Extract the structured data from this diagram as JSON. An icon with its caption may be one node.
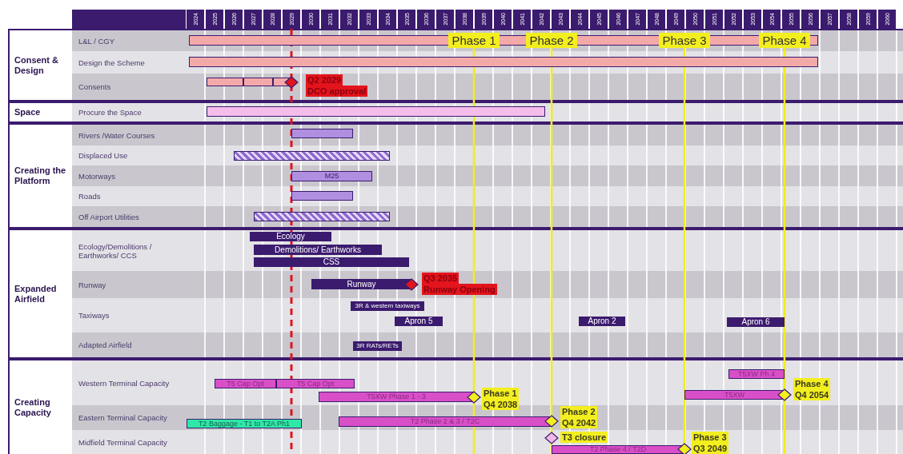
{
  "diagram": {
    "nodes": [
      {
        "text": [
          "Consent & Design"
        ]
      },
      {
        "text": [
          "L&L / CGY"
        ],
        "in": 0
      },
      {
        "text": [],
        "shape": "bar",
        "in": 1
      },
      {
        "text": [
          "Design the Scheme"
        ],
        "in": 0
      },
      {
        "text": [],
        "shape": "bar",
        "in": 3
      },
      {
        "text": [
          "Consents"
        ],
        "in": 0
      },
      {
        "text": [],
        "shape": "bar",
        "in": 5
      },
      {
        "text": [],
        "shape": "bar",
        "in": 5
      },
      {
        "text": [],
        "shape": "bar",
        "in": 5
      },
      {
        "text": [],
        "shape": "diamond",
        "in": 5,
        "beside": [
          "Q2 2029",
          "DCO approval"
        ]
      },
      {
        "text": [
          "Space"
        ]
      },
      {
        "text": [
          "Procure the Space"
        ],
        "in": 10
      },
      {
        "text": [],
        "shape": "bar",
        "in": 11
      },
      {
        "text": [
          "Creating the Platform"
        ]
      },
      {
        "text": [
          "Rivers /Water Courses"
        ],
        "in": 13
      },
      {
        "text": [],
        "shape": "bar",
        "in": 14
      },
      {
        "text": [
          "Displaced Use"
        ],
        "in": 13
      },
      {
        "text": [],
        "shape": "bar",
        "in": 16
      },
      {
        "text": [
          "Motorways"
        ],
        "in": 13
      },
      {
        "text": [
          "M25"
        ],
        "in": 18
      },
      {
        "text": [
          "Roads"
        ],
        "in": 13
      },
      {
        "text": [],
        "shape": "bar",
        "in": 20
      },
      {
        "text": [
          "Off Airport Utilities"
        ],
        "in": 13
      },
      {
        "text": [],
        "shape": "bar",
        "in": 22
      },
      {
        "text": [
          "Expanded Airfield"
        ]
      },
      {
        "text": [
          "Ecology/Demolitions / Earthworks/ CCS"
        ],
        "in": 24
      },
      {
        "text": [
          "Ecology"
        ],
        "in": 25
      },
      {
        "text": [
          "Demolitions/ Earthworks"
        ],
        "in": 25
      },
      {
        "text": [
          "CSS"
        ],
        "in": 25
      },
      {
        "text": [
          "Runway"
        ],
        "in": 24
      },
      {
        "text": [
          "Runway"
        ],
        "in": 29
      },
      {
        "text": [],
        "shape": "diamond",
        "in": 29,
        "beside": [
          "Q3 2035",
          "Runway Opening"
        ]
      },
      {
        "text": [
          "Taxiways"
        ],
        "in": 24
      },
      {
        "text": [
          "3R & western taxiways"
        ],
        "in": 32
      },
      {
        "text": [
          "Apron 5"
        ],
        "in": 32
      },
      {
        "text": [
          "Apron 2"
        ],
        "in": 32
      },
      {
        "text": [
          "Apron 6"
        ],
        "in": 32
      },
      {
        "text": [
          "Adapted Airfield"
        ],
        "in": 24
      },
      {
        "text": [
          "3R RATs/RETs"
        ],
        "in": 37
      },
      {
        "text": [
          "Creating Capacity"
        ]
      },
      {
        "text": [
          "Western Terminal Capacity"
        ],
        "in": 39
      },
      {
        "text": [
          "T5 Cap Opt"
        ],
        "in": 40
      },
      {
        "text": [
          "T5 Cap Opt"
        ],
        "in": 40
      },
      {
        "text": [
          "T5XW Phase 1 - 3"
        ],
        "in": 40
      },
      {
        "text": [],
        "shape": "diamond",
        "in": 40,
        "beside": [
          "Phase 1",
          "Q4 2038"
        ]
      },
      {
        "text": [
          "T5XW Ph 4"
        ],
        "in": 40
      },
      {
        "text": [
          "T5XW"
        ],
        "in": 40
      },
      {
        "text": [],
        "shape": "diamond",
        "in": 40,
        "beside": [
          "Phase 4",
          "Q4 2054"
        ]
      },
      {
        "text": [
          "Eastern Terminal Capacity"
        ],
        "in": 39
      },
      {
        "text": [
          "T2 Baggage - T1 to T2A Ph1"
        ],
        "in": 48
      },
      {
        "text": [
          "T2 Phase 2 & 3 / T2C"
        ],
        "in": 48
      },
      {
        "text": [],
        "shape": "diamond",
        "in": 48,
        "beside": [
          "Phase 2",
          "Q4 2042"
        ]
      },
      {
        "text": [
          "Midfield Terminal Capacity"
        ],
        "in": 39
      },
      {
        "text": [],
        "shape": "diamond",
        "in": 52,
        "beside": [
          "T3 closure"
        ]
      },
      {
        "text": [
          "T2 Phase 4 / T2D"
        ],
        "in": 52
      },
      {
        "text": [],
        "shape": "diamond",
        "in": 52,
        "beside": [
          "Phase 3",
          "Q3 2049"
        ]
      }
    ],
    "edges": [],
    "labels": [
      "2024",
      "2025",
      "2026",
      "2027",
      "2028",
      "2029",
      "2030",
      "2031",
      "2032",
      "2033",
      "2034",
      "2035",
      "2036",
      "2037",
      "2038",
      "2039",
      "2040",
      "2041",
      "2042",
      "2043",
      "2044",
      "2045",
      "2046",
      "2047",
      "2048",
      "2049",
      "2050",
      "2051",
      "2052",
      "2053",
      "2054",
      "2055",
      "2056",
      "2057",
      "2058",
      "2059",
      "2060",
      "Phase 1",
      "Phase 2",
      "Phase 3",
      "Phase 4"
    ]
  }
}
